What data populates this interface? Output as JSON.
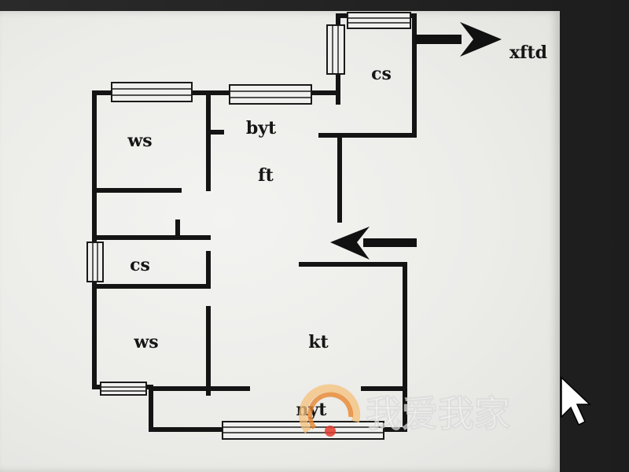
{
  "rooms": {
    "ws_top": "ws",
    "byt": "byt",
    "ft": "ft",
    "cs_top": "cs",
    "cs_left": "cs",
    "ws_bottom": "ws",
    "kt": "kt",
    "nyt": "nyt"
  },
  "direction_label": "xftd",
  "watermark": {
    "text": "我爱我家",
    "colors": {
      "ring": "#e8862e",
      "ring_light": "#f6c07a",
      "dot": "#e23b2e"
    }
  },
  "colors": {
    "paper": "#eeeeeb",
    "wall": "#141414",
    "frame": "#1b1b1b"
  }
}
